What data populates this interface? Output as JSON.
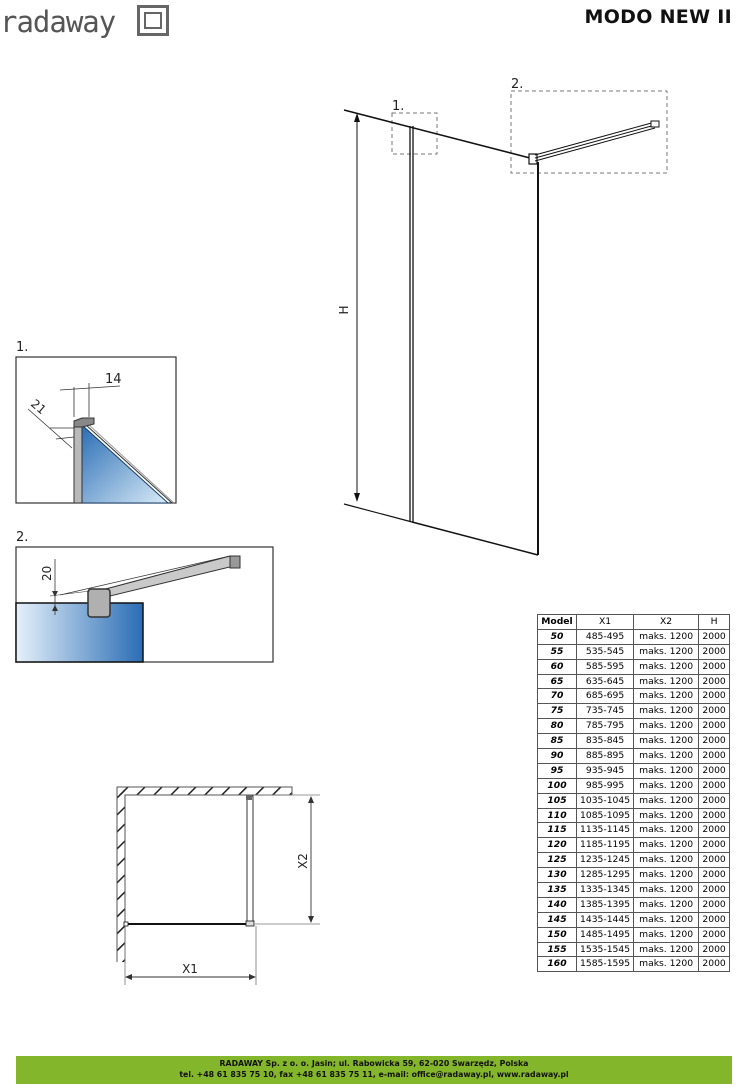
{
  "header": {
    "brand": "radaway",
    "brand_icon": "square-frame-logo-icon",
    "title": "MODO NEW  II"
  },
  "main_drawing": {
    "callout_1": "1.",
    "callout_2": "2.",
    "height_label": "H"
  },
  "detail_1": {
    "label": "1.",
    "dim_width": "14",
    "dim_depth": "21"
  },
  "detail_2": {
    "label": "2.",
    "dim_offset": "20"
  },
  "plan_view": {
    "x1_label": "X1",
    "x2_label": "X2"
  },
  "colors": {
    "footer_green": "#84b62b",
    "glass_blue_dark": "#2a6db5",
    "glass_blue_light": "#d9ebf7",
    "profile_gray": "#b9b9b9"
  },
  "spec_table": {
    "headers": [
      "Model",
      "X1",
      "X2",
      "H"
    ],
    "rows": [
      [
        "50",
        "485-495",
        "maks. 1200",
        "2000"
      ],
      [
        "55",
        "535-545",
        "maks. 1200",
        "2000"
      ],
      [
        "60",
        "585-595",
        "maks. 1200",
        "2000"
      ],
      [
        "65",
        "635-645",
        "maks. 1200",
        "2000"
      ],
      [
        "70",
        "685-695",
        "maks. 1200",
        "2000"
      ],
      [
        "75",
        "735-745",
        "maks. 1200",
        "2000"
      ],
      [
        "80",
        "785-795",
        "maks. 1200",
        "2000"
      ],
      [
        "85",
        "835-845",
        "maks. 1200",
        "2000"
      ],
      [
        "90",
        "885-895",
        "maks. 1200",
        "2000"
      ],
      [
        "95",
        "935-945",
        "maks. 1200",
        "2000"
      ],
      [
        "100",
        "985-995",
        "maks. 1200",
        "2000"
      ],
      [
        "105",
        "1035-1045",
        "maks. 1200",
        "2000"
      ],
      [
        "110",
        "1085-1095",
        "maks. 1200",
        "2000"
      ],
      [
        "115",
        "1135-1145",
        "maks. 1200",
        "2000"
      ],
      [
        "120",
        "1185-1195",
        "maks. 1200",
        "2000"
      ],
      [
        "125",
        "1235-1245",
        "maks. 1200",
        "2000"
      ],
      [
        "130",
        "1285-1295",
        "maks. 1200",
        "2000"
      ],
      [
        "135",
        "1335-1345",
        "maks. 1200",
        "2000"
      ],
      [
        "140",
        "1385-1395",
        "maks. 1200",
        "2000"
      ],
      [
        "145",
        "1435-1445",
        "maks. 1200",
        "2000"
      ],
      [
        "150",
        "1485-1495",
        "maks. 1200",
        "2000"
      ],
      [
        "155",
        "1535-1545",
        "maks. 1200",
        "2000"
      ],
      [
        "160",
        "1585-1595",
        "maks. 1200",
        "2000"
      ]
    ]
  },
  "footer": {
    "line1": "RADAWAY Sp. z o. o. Jasin; ul. Rabowicka 59, 62-020 Swarzędz, Polska",
    "line2": "tel. +48 61 835 75 10, fax +48 61 835 75 11, e-mail: office@radaway.pl, www.radaway.pl"
  }
}
